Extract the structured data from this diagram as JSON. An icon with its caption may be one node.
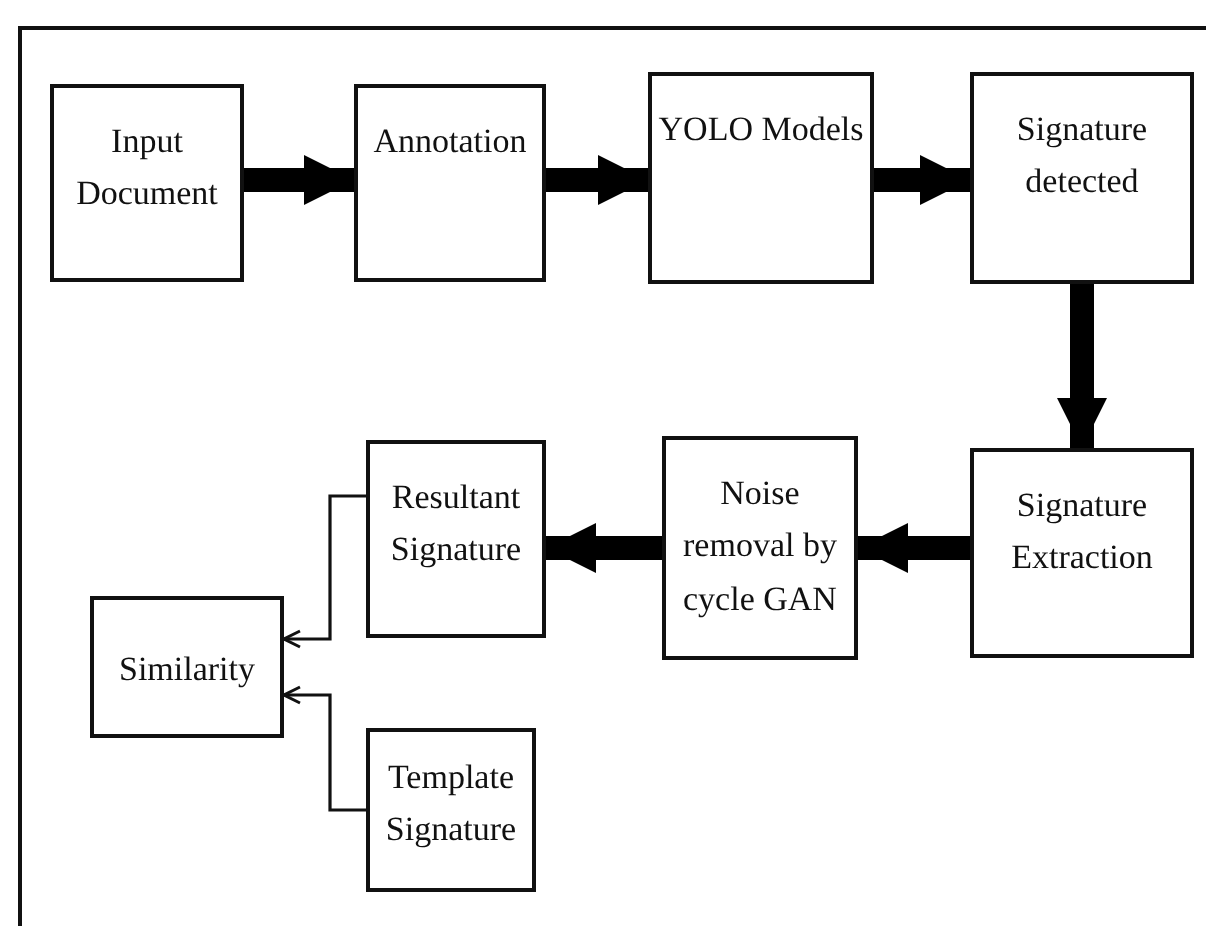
{
  "diagram": {
    "nodes": [
      {
        "text": [
          "Input Document"
        ]
      },
      {
        "text": [
          "Annotation"
        ]
      },
      {
        "text": [
          "YOLO Models"
        ]
      },
      {
        "text": [
          "Signature detected"
        ]
      },
      {
        "text": [
          "Signature Extraction"
        ]
      },
      {
        "text": [
          "Noise removal by cycle GAN"
        ]
      },
      {
        "text": [
          "Resultant Signature"
        ]
      },
      {
        "text": [
          "Similarity"
        ]
      },
      {
        "text": [
          "Template Signature"
        ]
      }
    ],
    "edges": [
      {
        "from": 0,
        "to": 1,
        "arrow": "to"
      },
      {
        "from": 1,
        "to": 2,
        "arrow": "to"
      },
      {
        "from": 2,
        "to": 3,
        "arrow": "to"
      },
      {
        "from": 3,
        "to": 4,
        "arrow": "to"
      },
      {
        "from": 4,
        "to": 5,
        "arrow": "to"
      },
      {
        "from": 5,
        "to": 6,
        "arrow": "to"
      },
      {
        "from": 6,
        "to": 7,
        "arrow": "to"
      },
      {
        "from": 8,
        "to": 7,
        "arrow": "to"
      }
    ]
  }
}
